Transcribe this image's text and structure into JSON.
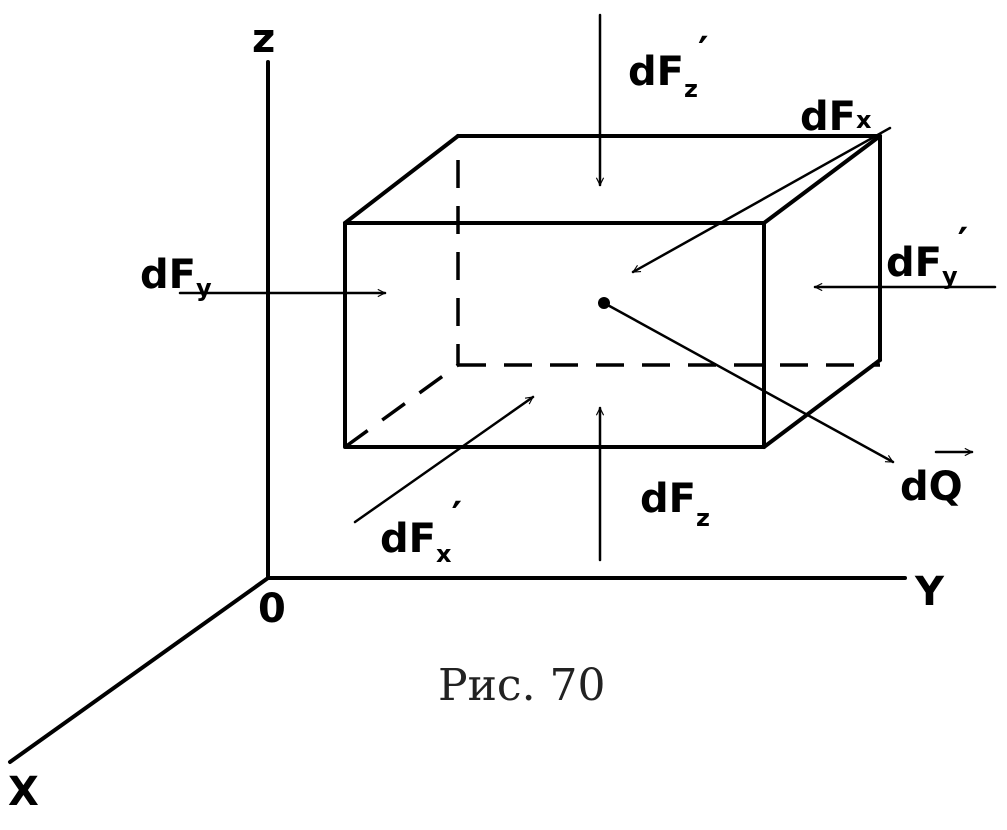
{
  "axes": {
    "x": "X",
    "y": "Y",
    "z": "z",
    "origin": "0"
  },
  "forces": {
    "dFx": {
      "base": "dF",
      "sub": "x",
      "prime": ""
    },
    "dFx_prime": {
      "base": "dF",
      "sub": "x",
      "prime": "′"
    },
    "dFy": {
      "base": "dF",
      "sub": "y",
      "prime": ""
    },
    "dFy_prime": {
      "base": "dF",
      "sub": "y",
      "prime": "′"
    },
    "dFz": {
      "base": "dF",
      "sub": "z",
      "prime": ""
    },
    "dFz_prime": {
      "base": "dF",
      "sub": "z",
      "prime": "′"
    }
  },
  "resultant": {
    "label": "dQ"
  },
  "caption": "Рис. 70"
}
